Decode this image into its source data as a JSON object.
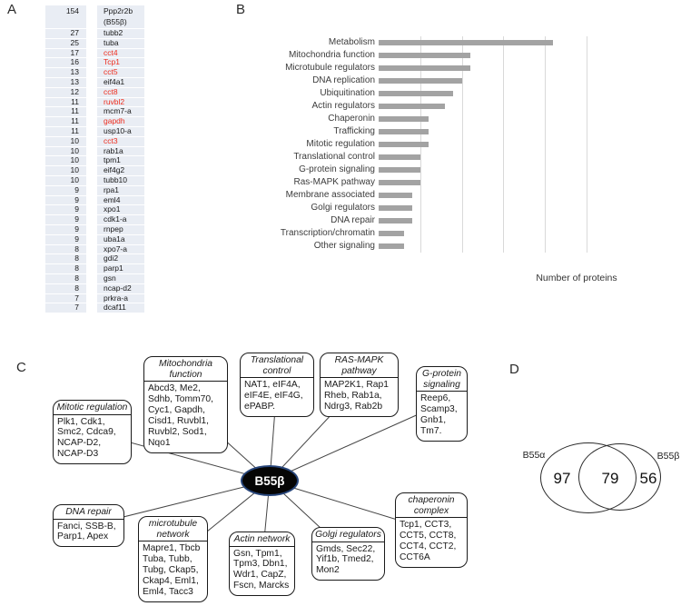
{
  "panel_labels": {
    "a": "A",
    "b": "B",
    "c": "C",
    "d": "D"
  },
  "protein_table": {
    "highlight_color": "#ee2d1e",
    "rows": [
      {
        "count": "154",
        "gene": "Ppp2r2b\n(B55β)",
        "highlight": false
      },
      {
        "count": "27",
        "gene": "tubb2",
        "highlight": false
      },
      {
        "count": "25",
        "gene": "tuba",
        "highlight": false
      },
      {
        "count": "17",
        "gene": "cct4",
        "highlight": true
      },
      {
        "count": "16",
        "gene": "Tcp1",
        "highlight": true
      },
      {
        "count": "13",
        "gene": "cct5",
        "highlight": true
      },
      {
        "count": "13",
        "gene": "eif4a1",
        "highlight": false
      },
      {
        "count": "12",
        "gene": "cct8",
        "highlight": true
      },
      {
        "count": "11",
        "gene": "ruvbl2",
        "highlight": true
      },
      {
        "count": "11",
        "gene": "mcm7-a",
        "highlight": false
      },
      {
        "count": "11",
        "gene": "gapdh",
        "highlight": true
      },
      {
        "count": "11",
        "gene": "usp10-a",
        "highlight": false
      },
      {
        "count": "10",
        "gene": "cct3",
        "highlight": true
      },
      {
        "count": "10",
        "gene": "rab1a",
        "highlight": false
      },
      {
        "count": "10",
        "gene": "tpm1",
        "highlight": false
      },
      {
        "count": "10",
        "gene": "eif4g2",
        "highlight": false
      },
      {
        "count": "10",
        "gene": "tubb10",
        "highlight": false
      },
      {
        "count": "9",
        "gene": "rpa1",
        "highlight": false
      },
      {
        "count": "9",
        "gene": "eml4",
        "highlight": false
      },
      {
        "count": "9",
        "gene": "xpo1",
        "highlight": false
      },
      {
        "count": "9",
        "gene": "cdk1-a",
        "highlight": false
      },
      {
        "count": "9",
        "gene": "rnpep",
        "highlight": false
      },
      {
        "count": "9",
        "gene": "uba1a",
        "highlight": false
      },
      {
        "count": "8",
        "gene": "xpo7-a",
        "highlight": false
      },
      {
        "count": "8",
        "gene": "gdi2",
        "highlight": false
      },
      {
        "count": "8",
        "gene": "parp1",
        "highlight": false
      },
      {
        "count": "8",
        "gene": "gsn",
        "highlight": false
      },
      {
        "count": "8",
        "gene": "ncap-d2",
        "highlight": false
      },
      {
        "count": "7",
        "gene": "prkra-a",
        "highlight": false
      },
      {
        "count": "7",
        "gene": "dcaf11",
        "highlight": false
      }
    ]
  },
  "chart_data": {
    "type": "bar",
    "orientation": "horizontal",
    "title": "",
    "xlabel": "Number of proteins",
    "ylabel": "",
    "xlim": [
      0,
      25
    ],
    "xticks": [
      5,
      10,
      15,
      20,
      25
    ],
    "grid": true,
    "legend": false,
    "bar_color": "#a3a3a3",
    "grid_color": "#d9d9d9",
    "categories": [
      "Metabolism",
      "Mitochondria function",
      "Microtubule regulators",
      "DNA replication",
      "Ubiquitination",
      "Actin regulators",
      "Chaperonin",
      "Trafficking",
      "Mitotic regulation",
      "Translational control",
      "G-protein signaling",
      "Ras-MAPK pathway",
      "Membrane associated",
      "Golgi regulators",
      "DNA repair",
      "Transcription/chromatin",
      "Other signaling"
    ],
    "values": [
      21,
      11,
      11,
      10,
      9,
      8,
      6,
      6,
      6,
      5,
      5,
      5,
      4,
      4,
      4,
      3,
      3
    ]
  },
  "network": {
    "center_label": "B55β",
    "nodes": [
      {
        "id": "mitotic",
        "title": "Mitotic regulation",
        "members": "Plk1, Cdk1,\nSmc2, Cdca9,\nNCAP-D2,\nNCAP-D3"
      },
      {
        "id": "mitochondria",
        "title": "Mitochondria\nfunction",
        "members": "Abcd3, Me2,\nSdhb, Tomm70,\nCyc1, Gapdh,\nCisd1, Ruvbl1,\nRuvbl2, Sod1,\nNqo1"
      },
      {
        "id": "translational",
        "title": "Translational\ncontrol",
        "members": "NAT1, eIF4A,\neIF4E, eIF4G,\nePABP."
      },
      {
        "id": "rasmapk",
        "title": "RAS-MAPK\npathway",
        "members": "MAP2K1, Rap1\nRheb, Rab1a,\nNdrg3, Rab2b"
      },
      {
        "id": "gprotein",
        "title": "G-protein\nsignaling",
        "members": "Reep6,\nScamp3,\nGnb1,\nTm7."
      },
      {
        "id": "dnarepair",
        "title": "DNA repair",
        "members": "Fanci, SSB-B,\nParp1, Apex"
      },
      {
        "id": "microtubule",
        "title": "microtubule\nnetwork",
        "members": "Mapre1, Tbcb\nTuba, Tubb,\nTubg, Ckap5,\nCkap4, Eml1,\nEml4, Tacc3"
      },
      {
        "id": "actin",
        "title": "Actin network",
        "members": "Gsn, Tpm1,\nTpm3, Dbn1,\nWdr1, CapZ,\nFscn, Marcks"
      },
      {
        "id": "golgi",
        "title": "Golgi regulators",
        "members": "Gmds, Sec22,\nYif1b, Tmed2,\nMon2"
      },
      {
        "id": "chaperonin",
        "title": "chaperonin\ncomplex",
        "members": "Tcp1, CCT3,\nCCT5, CCT8,\nCCT4, CCT2,\nCCT6A"
      }
    ]
  },
  "venn": {
    "left_label": "B55α",
    "right_label": "B55β",
    "left_only": "97",
    "overlap": "79",
    "right_only": "56"
  }
}
